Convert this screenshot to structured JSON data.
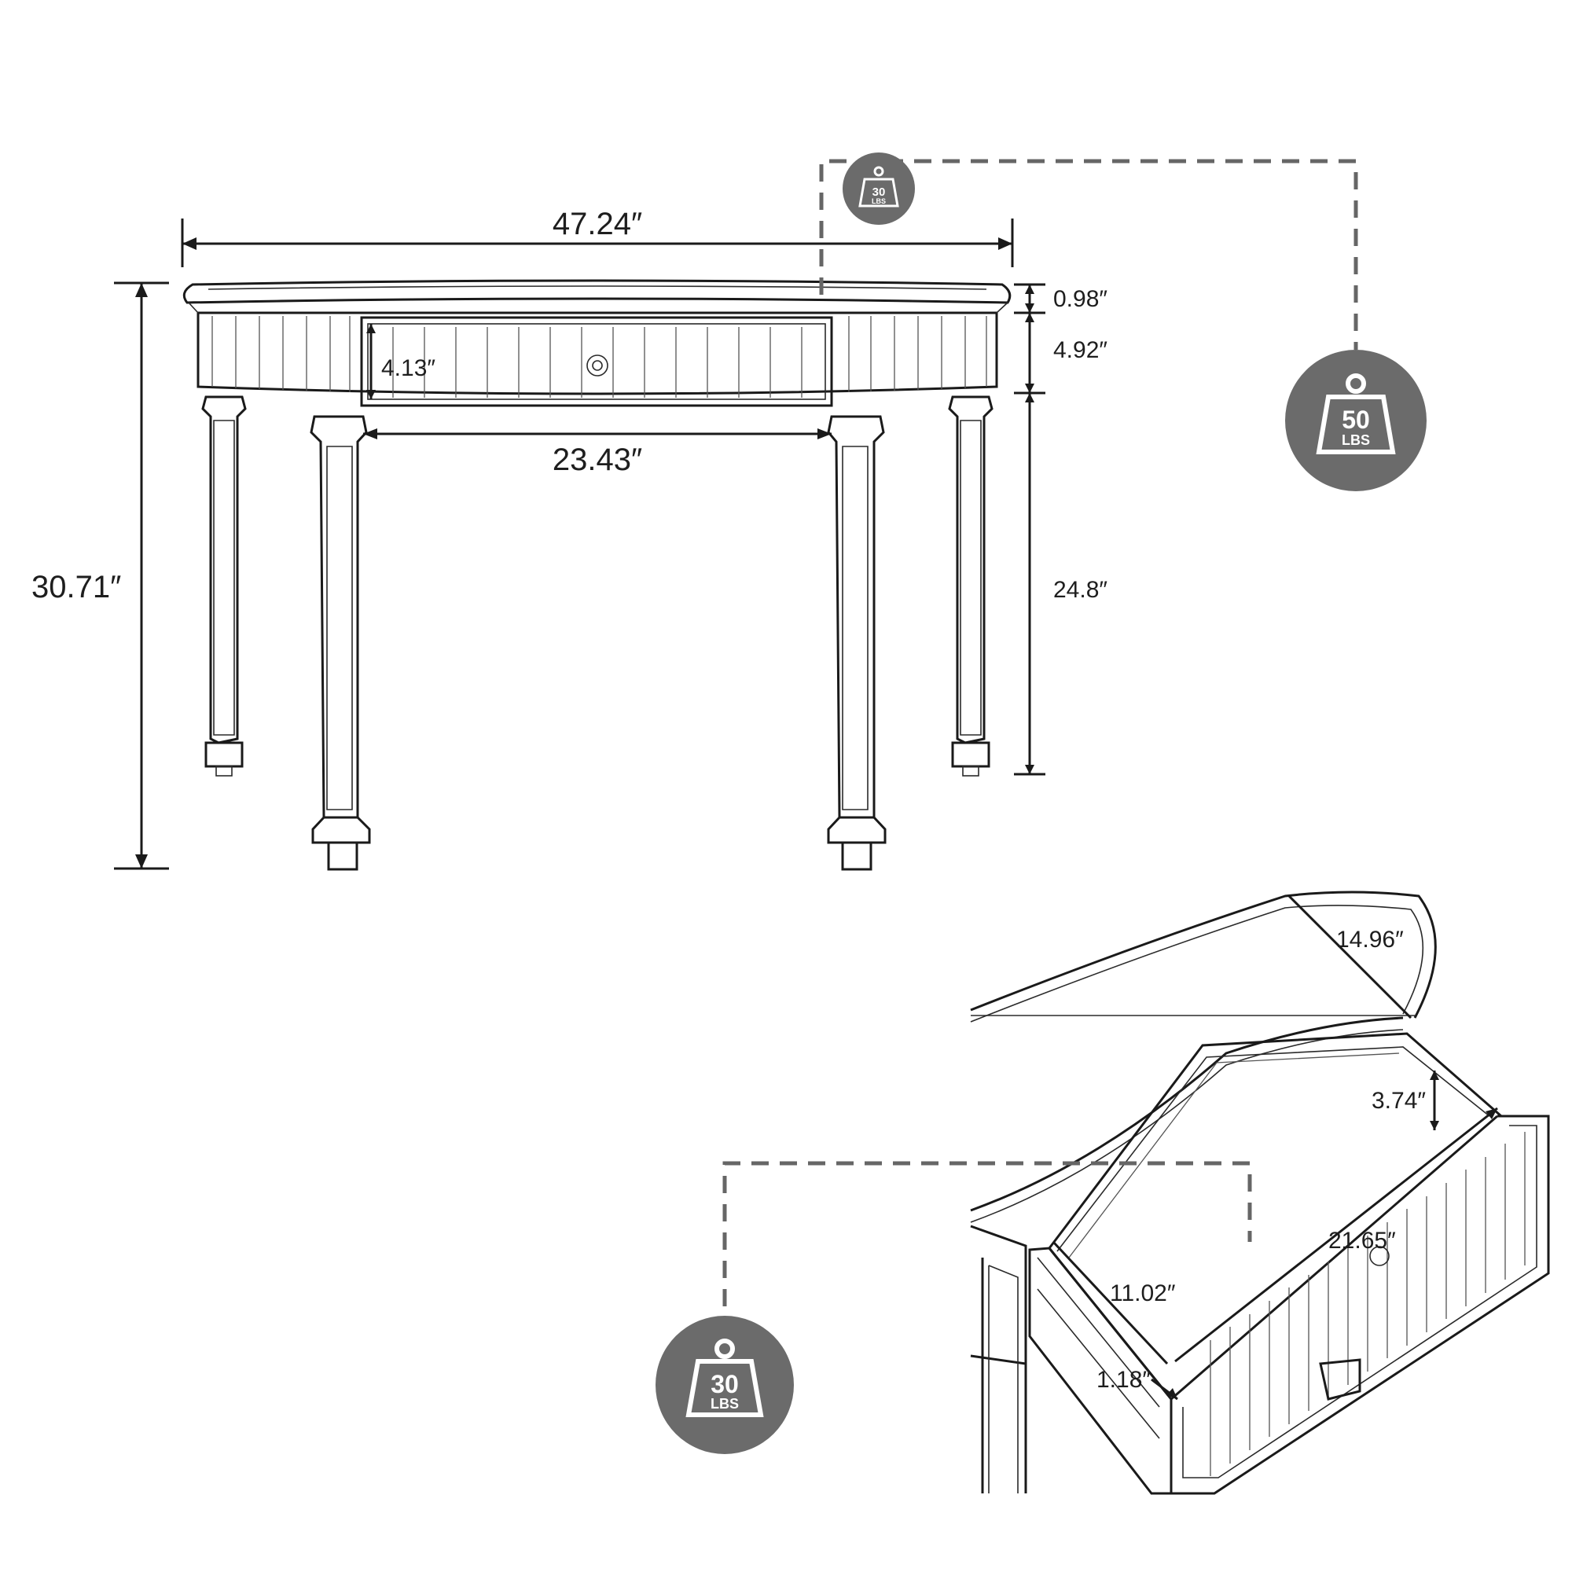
{
  "dimensions": {
    "overall_width": "47.24″",
    "overall_height": "30.71″",
    "top_thickness": "0.98″",
    "apron_height": "4.92″",
    "leg_clearance": "24.8″",
    "drawer_front_height": "4.13″",
    "drawer_span": "23.43″",
    "top_depth": "14.96″",
    "drawer_inner_height": "3.74″",
    "drawer_width": "21.65″",
    "drawer_depth": "11.02″",
    "drawer_side": "1.18″"
  },
  "load_badges": {
    "small_top": {
      "value": "30",
      "unit": "LBS"
    },
    "tabletop": {
      "value": "50",
      "unit": "LBS"
    },
    "drawer": {
      "value": "30",
      "unit": "LBS"
    }
  },
  "colors": {
    "badge": "#6b6b6b",
    "dash": "#666666",
    "line": "#1a1a1a"
  },
  "icons": [
    "weight-icon"
  ]
}
